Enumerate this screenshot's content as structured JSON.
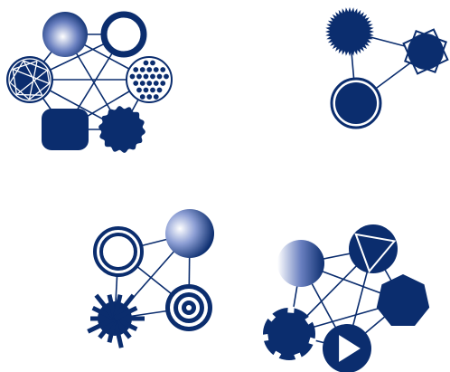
{
  "colors": {
    "primary": "#0b2d6e",
    "background": "#ffffff",
    "highlight": "#ffffff"
  },
  "groups": [
    {
      "id": "g1",
      "nodes": [
        {
          "id": "a",
          "style": "gradient-disc"
        },
        {
          "id": "b",
          "style": "ring"
        },
        {
          "id": "c",
          "style": "geodesic"
        },
        {
          "id": "d",
          "style": "dotted"
        },
        {
          "id": "e",
          "style": "rounded-square"
        },
        {
          "id": "f",
          "style": "wavy-disc"
        }
      ],
      "edges": [
        [
          "a",
          "b"
        ],
        [
          "a",
          "c"
        ],
        [
          "a",
          "d"
        ],
        [
          "a",
          "f"
        ],
        [
          "b",
          "c"
        ],
        [
          "b",
          "e"
        ],
        [
          "c",
          "d"
        ],
        [
          "c",
          "e"
        ],
        [
          "c",
          "f"
        ],
        [
          "d",
          "e"
        ],
        [
          "d",
          "f"
        ],
        [
          "e",
          "f"
        ]
      ]
    },
    {
      "id": "g2",
      "nodes": [
        {
          "id": "a",
          "style": "sunburst"
        },
        {
          "id": "b",
          "style": "double-square"
        },
        {
          "id": "c",
          "style": "outlined-disc"
        }
      ],
      "edges": [
        [
          "a",
          "b"
        ],
        [
          "a",
          "c"
        ],
        [
          "b",
          "c"
        ]
      ]
    },
    {
      "id": "g3",
      "nodes": [
        {
          "id": "a",
          "style": "double-ring"
        },
        {
          "id": "b",
          "style": "gradient-disc"
        },
        {
          "id": "c",
          "style": "spiked-disc"
        },
        {
          "id": "d",
          "style": "target"
        }
      ],
      "edges": [
        [
          "a",
          "b"
        ],
        [
          "a",
          "c"
        ],
        [
          "a",
          "d"
        ],
        [
          "b",
          "c"
        ],
        [
          "b",
          "d"
        ],
        [
          "c",
          "d"
        ]
      ]
    },
    {
      "id": "g4",
      "nodes": [
        {
          "id": "a",
          "style": "gradient-disc"
        },
        {
          "id": "b",
          "style": "triangle-disc"
        },
        {
          "id": "c",
          "style": "heptagon"
        },
        {
          "id": "d",
          "style": "notched-disc"
        },
        {
          "id": "e",
          "style": "play-disc"
        }
      ],
      "edges": [
        [
          "a",
          "b"
        ],
        [
          "a",
          "c"
        ],
        [
          "a",
          "d"
        ],
        [
          "a",
          "e"
        ],
        [
          "b",
          "c"
        ],
        [
          "b",
          "d"
        ],
        [
          "b",
          "e"
        ],
        [
          "c",
          "d"
        ],
        [
          "c",
          "e"
        ],
        [
          "d",
          "e"
        ]
      ]
    }
  ]
}
